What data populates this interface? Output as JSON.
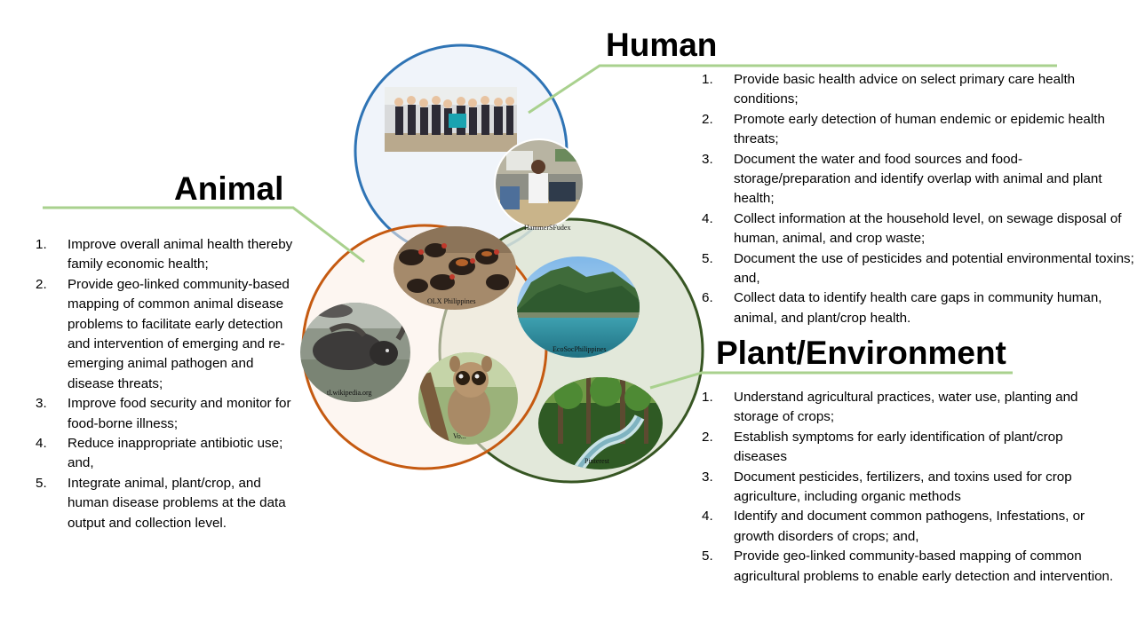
{
  "colors": {
    "human_circle": "#2f74b5",
    "animal_circle": "#c55a11",
    "plant_circle": "#375623",
    "connector": "#a9d18e"
  },
  "human": {
    "title": "Human",
    "items": [
      {
        "num": "1.",
        "text": "Provide basic health advice on select primary care health conditions;"
      },
      {
        "num": "2.",
        "text": "Promote early detection of human endemic or epidemic health threats;"
      },
      {
        "num": "3.",
        "text": "Document the water and food sources and food-storage/preparation and identify overlap with animal and plant health;"
      },
      {
        "num": "4.",
        "text": "Collect information at the household level, on sewage disposal of human, animal, and crop waste;"
      },
      {
        "num": "5.",
        "text": "Document the use of pesticides and potential environmental toxins; and,"
      },
      {
        "num": "6.",
        "text": "Collect data to identify health care gaps in community human, animal, and plant/crop health."
      }
    ]
  },
  "animal": {
    "title": "Animal",
    "items": [
      {
        "num": "1.",
        "text": "Improve overall animal health thereby family economic health;"
      },
      {
        "num": "2.",
        "text": "Provide geo-linked community-based mapping of common animal disease problems to facilitate early detection and intervention of emerging and re-emerging animal pathogen and disease threats;"
      },
      {
        "num": "3.",
        "text": "Improve food security and monitor for food-borne illness;"
      },
      {
        "num": "4.",
        "text": "Reduce inappropriate antibiotic use; and,"
      },
      {
        "num": "5.",
        "text": "Integrate animal, plant/crop, and human disease problems at the data output and collection level."
      }
    ]
  },
  "plant": {
    "title": "Plant/Environment",
    "items": [
      {
        "num": "1.",
        "text": "Understand agricultural practices, water use, planting and storage of crops;"
      },
      {
        "num": "2.",
        "text": "Establish symptoms for early identification of plant/crop diseases"
      },
      {
        "num": "3.",
        "text": "Document pesticides, fertilizers, and toxins used for crop agriculture, including organic methods"
      },
      {
        "num": "4.",
        "text": "Identify and document common pathogens, Infestations, or growth disorders of crops; and,"
      },
      {
        "num": "5.",
        "text": "Provide geo-linked community-based mapping of common agricultural problems to enable early detection and intervention."
      }
    ]
  },
  "photos": {
    "chickens_caption": "OLX Philippines",
    "office_caption": "HammerSFudex",
    "lake_caption": "EcoSocPhilippines",
    "carabao_caption": "tl.wikipedia.org",
    "tarsier_caption": "Vo...",
    "forest_caption": "Pinterest"
  }
}
